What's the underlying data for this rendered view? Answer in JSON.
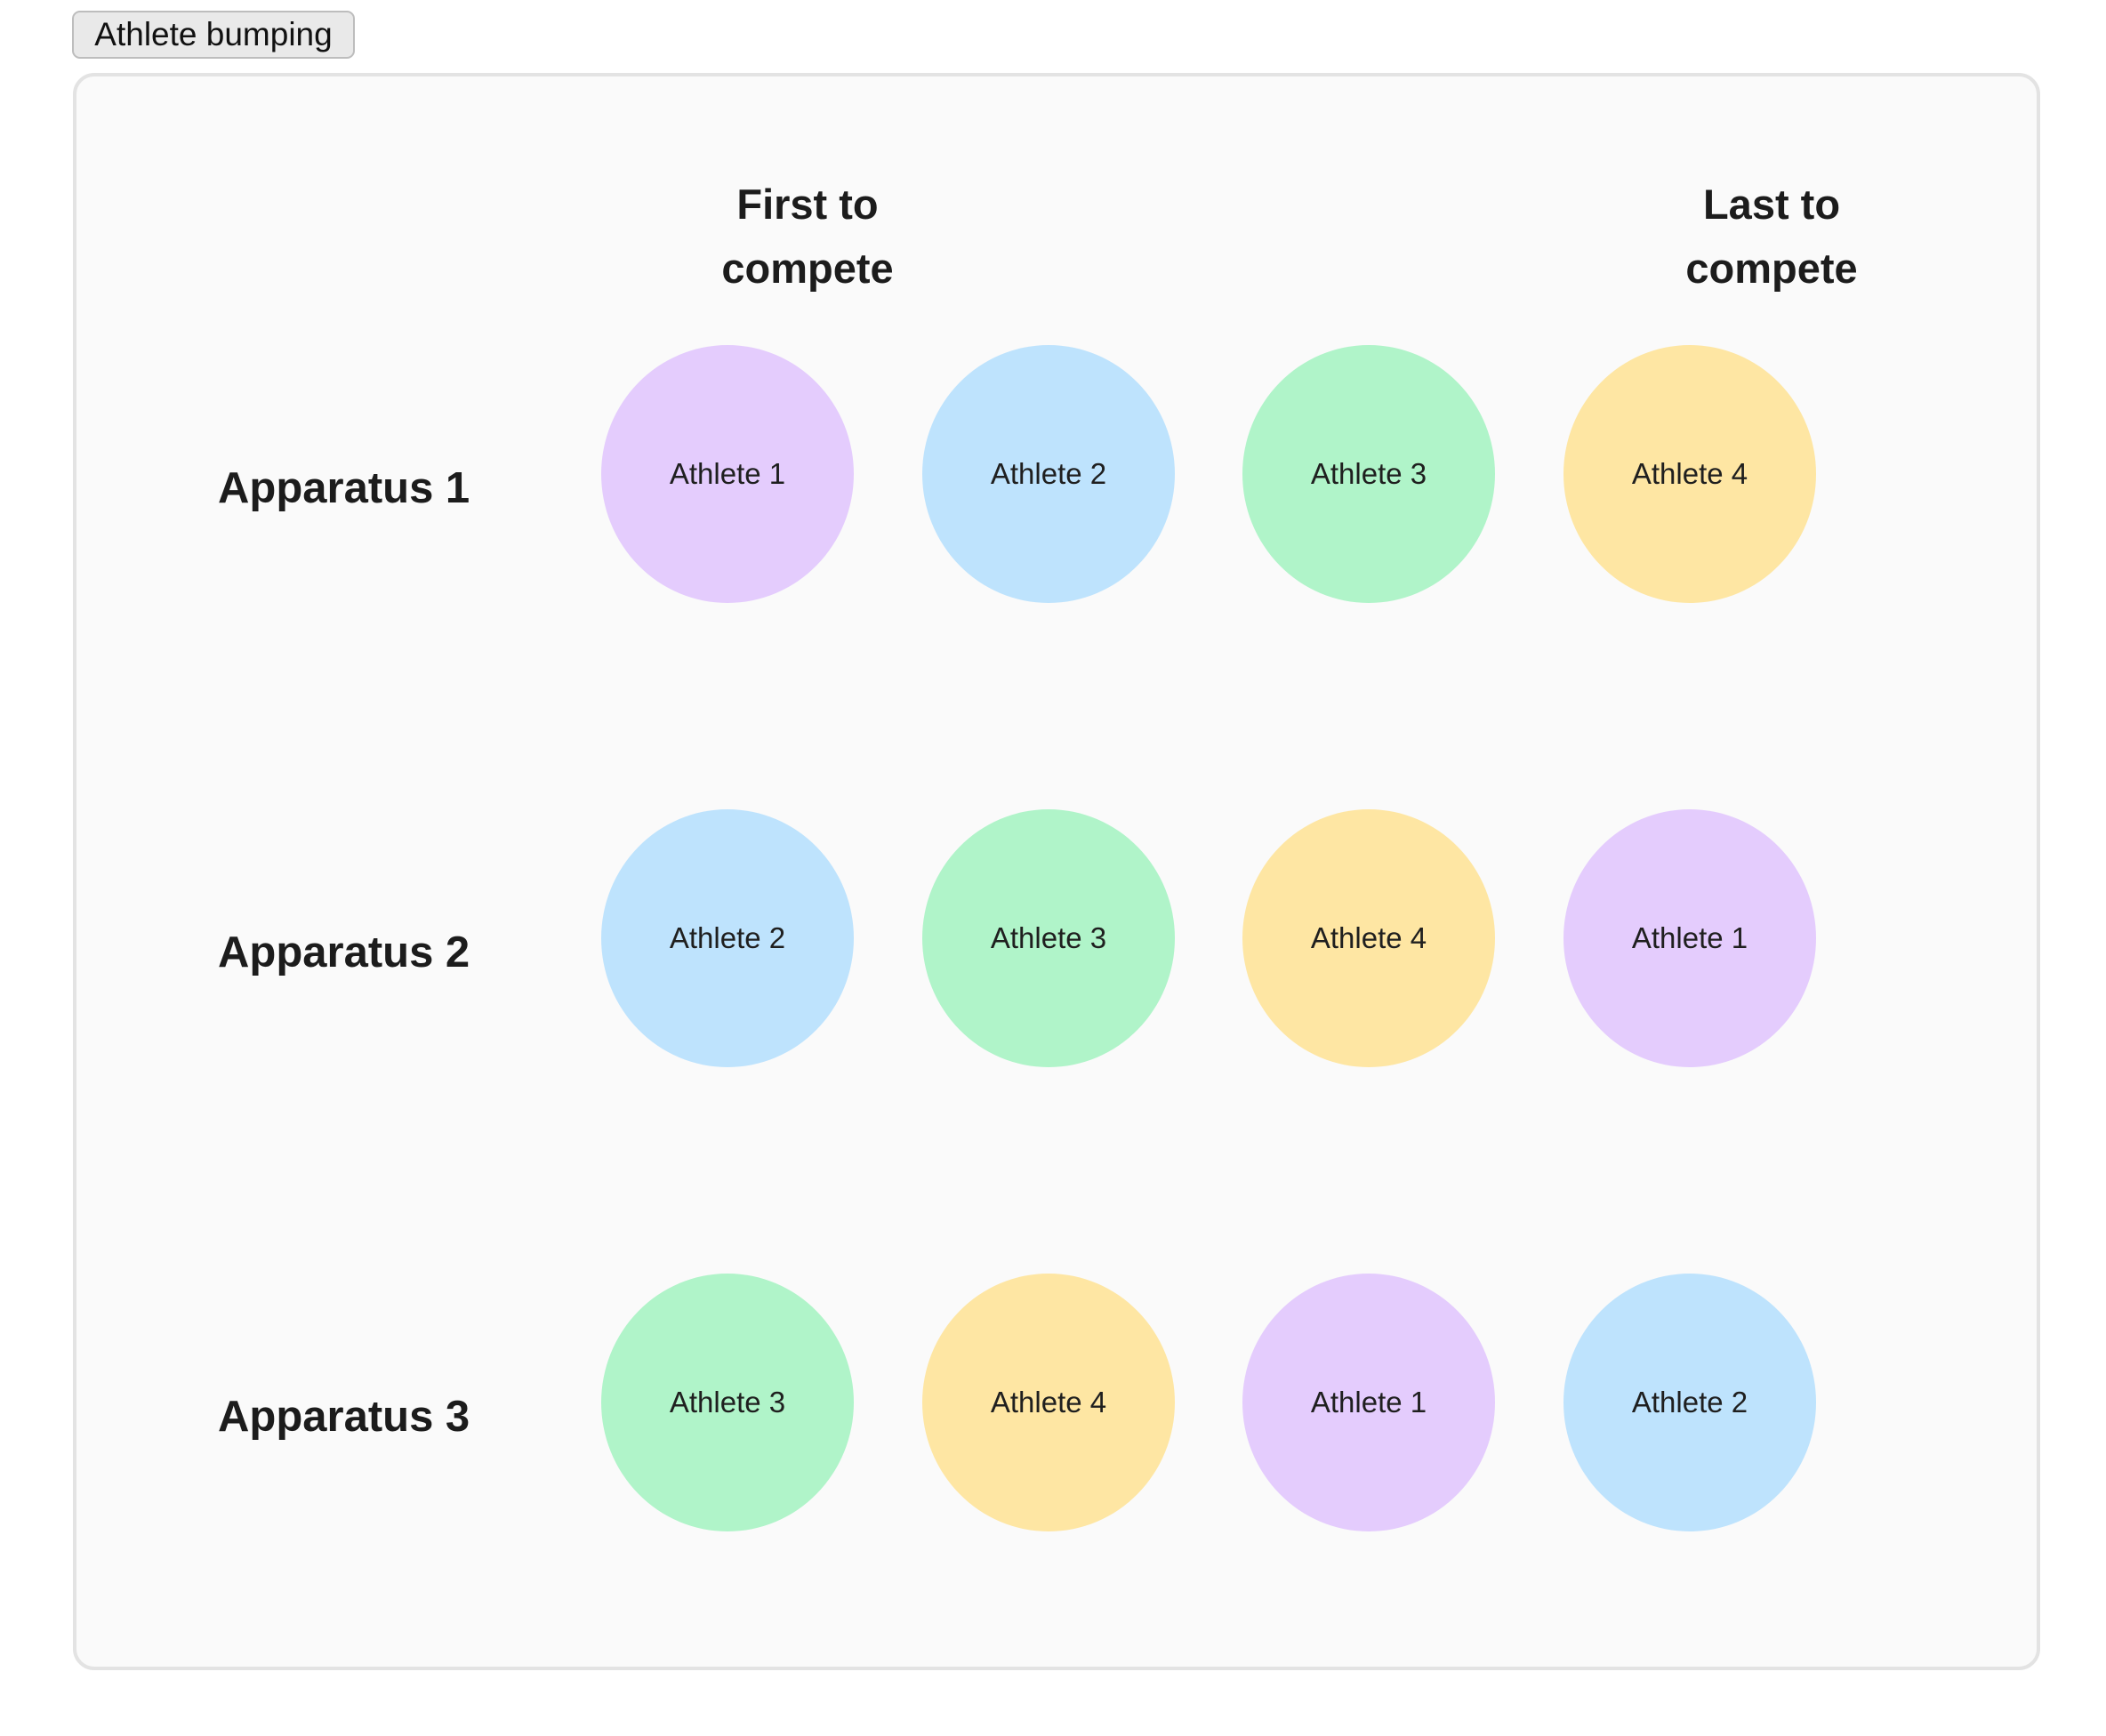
{
  "tab": {
    "label": "Athlete bumping"
  },
  "diagram": {
    "headings": {
      "first": [
        "First to",
        "compete"
      ],
      "last": [
        "Last to",
        "compete"
      ]
    },
    "colors": {
      "Athlete 1": "#e4ccfd",
      "Athlete 2": "#bee3fd",
      "Athlete 3": "#b0f4c9",
      "Athlete 4": "#fee6a3"
    },
    "rows": [
      {
        "label": "Apparatus 1",
        "athletes": [
          "Athlete 1",
          "Athlete 2",
          "Athlete 3",
          "Athlete 4"
        ]
      },
      {
        "label": "Apparatus 2",
        "athletes": [
          "Athlete 2",
          "Athlete 3",
          "Athlete 4",
          "Athlete 1"
        ]
      },
      {
        "label": "Apparatus 3",
        "athletes": [
          "Athlete 3",
          "Athlete 4",
          "Athlete 1",
          "Athlete 2"
        ]
      }
    ]
  }
}
